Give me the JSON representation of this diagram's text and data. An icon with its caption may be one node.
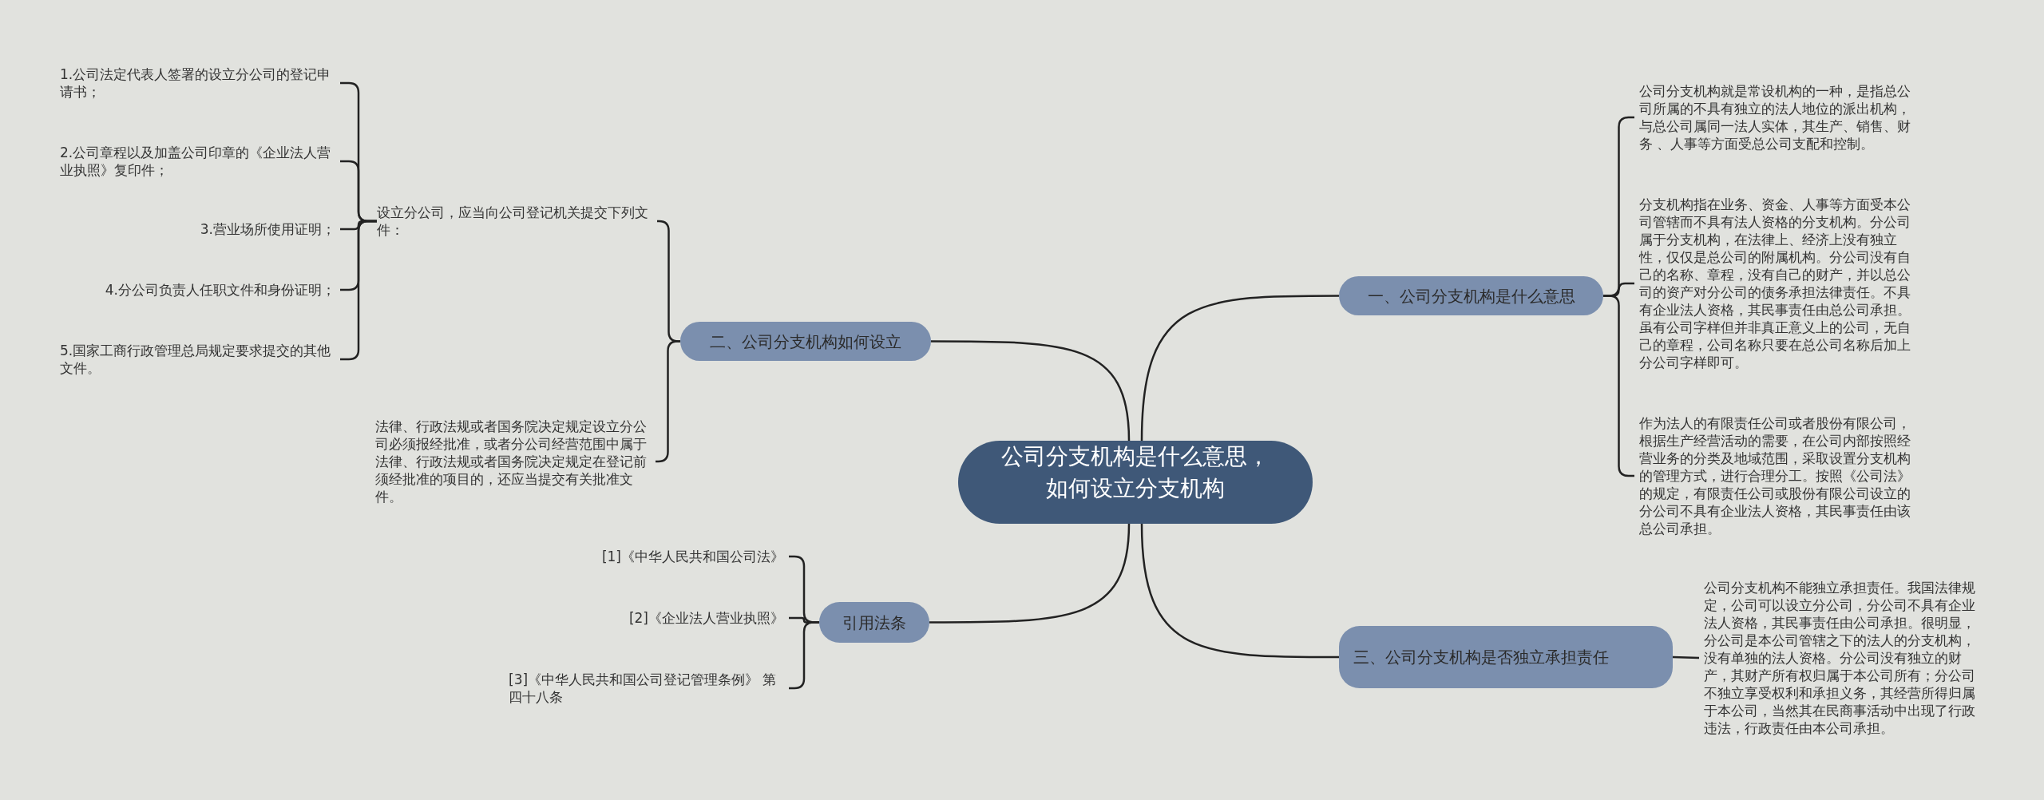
{
  "diagram": {
    "nodes": [
      {
        "text": [
          "公司分支机构是什么意思，如何设立分支机构"
        ]
      },
      {
        "text": [
          "一、公司分支机构是什么意思"
        ]
      },
      {
        "text": [
          "公司分支机构就是常设机构的一种，是指总公司所属的不具有独立的法人地位的派出机构，与总公司属同一法人实体，其生产、销售、财务 、人事等方面受总公司支配和控制。"
        ]
      },
      {
        "text": [
          "分支机构指在业务、资金、人事等方面受本公司管辖而不具有法人资格的分支机构。分公司属于分支机构，在法律上、经济上没有独立性，仅仅是总公司的附属机构。分公司没有自己的名称、章程，没有自己的财产，并以总公司的资产对分公司的债务承担法律责任。不具有企业法人资格，其民事责任由总公司承担。虽有公司字样但并非真正意义上的公司，无自己的章程，公司名称只要在总公司名称后加上分公司字样即可。"
        ]
      },
      {
        "text": [
          "作为法人的有限责任公司或者股份有限公司，根据生产经营活动的需要，在公司内部按照经营业务的分类及地域范围，采取设置分支机构的管理方式，进行合理分工。按照《公司法》的规定，有限责任公司或股份有限公司设立的分公司不具有企业法人资格，其民事责任由该总公司承担。"
        ]
      },
      {
        "text": [
          "二、公司分支机构如何设立"
        ]
      },
      {
        "text": [
          "设立分公司，应当向公司登记机关提交下列文件："
        ]
      },
      {
        "text": [
          "1.公司法定代表人签署的设立分公司的登记申请书；"
        ]
      },
      {
        "text": [
          "2.公司章程以及加盖公司印章的《企业法人营业执照》复印件；"
        ]
      },
      {
        "text": [
          "3.营业场所使用证明；"
        ]
      },
      {
        "text": [
          "4.分公司负责人任职文件和身份证明；"
        ]
      },
      {
        "text": [
          "5.国家工商行政管理总局规定要求提交的其他文件。"
        ]
      },
      {
        "text": [
          "法律、行政法规或者国务院决定规定设立分公司必须报经批准，或者分公司经营范围中属于法律、行政法规或者国务院决定规定在登记前须经批准的项目的，还应当提交有关批准文件。"
        ]
      },
      {
        "text": [
          "引用法条"
        ]
      },
      {
        "text": [
          "[1]《中华人民共和国公司法》"
        ]
      },
      {
        "text": [
          "[2]《企业法人营业执照》"
        ]
      },
      {
        "text": [
          "[3]《中华人民共和国公司登记管理条例》 第四十八条"
        ]
      },
      {
        "text": [
          "三、公司分支机构是否独立承担责任"
        ]
      },
      {
        "text": [
          "公司分支机构不能独立承担责任。我国法律规定，公司可以设立分公司，分公司不具有企业法人资格，其民事责任由公司承担。很明显，分公司是本公司管辖之下的法人的分支机构，没有单独的法人资格。分公司没有独立的财产，其财产所有权归属于本公司所有；分公司不独立享受权利和承担义务，其经营所得归属于本公司，当然其在民商事活动中出现了行政违法，行政责任由本公司承担。"
        ]
      }
    ],
    "edges": [
      {
        "from": 0,
        "to": 1,
        "arrow": "none"
      },
      {
        "from": 1,
        "to": 2,
        "arrow": "none"
      },
      {
        "from": 1,
        "to": 3,
        "arrow": "none"
      },
      {
        "from": 1,
        "to": 4,
        "arrow": "none"
      },
      {
        "from": 0,
        "to": 5,
        "arrow": "none"
      },
      {
        "from": 5,
        "to": 6,
        "arrow": "none"
      },
      {
        "from": 6,
        "to": 7,
        "arrow": "none"
      },
      {
        "from": 6,
        "to": 8,
        "arrow": "none"
      },
      {
        "from": 6,
        "to": 9,
        "arrow": "none"
      },
      {
        "from": 6,
        "to": 10,
        "arrow": "none"
      },
      {
        "from": 6,
        "to": 11,
        "arrow": "none"
      },
      {
        "from": 5,
        "to": 12,
        "arrow": "none"
      },
      {
        "from": 0,
        "to": 13,
        "arrow": "none"
      },
      {
        "from": 13,
        "to": 14,
        "arrow": "none"
      },
      {
        "from": 13,
        "to": 15,
        "arrow": "none"
      },
      {
        "from": 13,
        "to": 16,
        "arrow": "none"
      },
      {
        "from": 0,
        "to": 17,
        "arrow": "none"
      },
      {
        "from": 17,
        "to": 18,
        "arrow": "none"
      }
    ]
  }
}
